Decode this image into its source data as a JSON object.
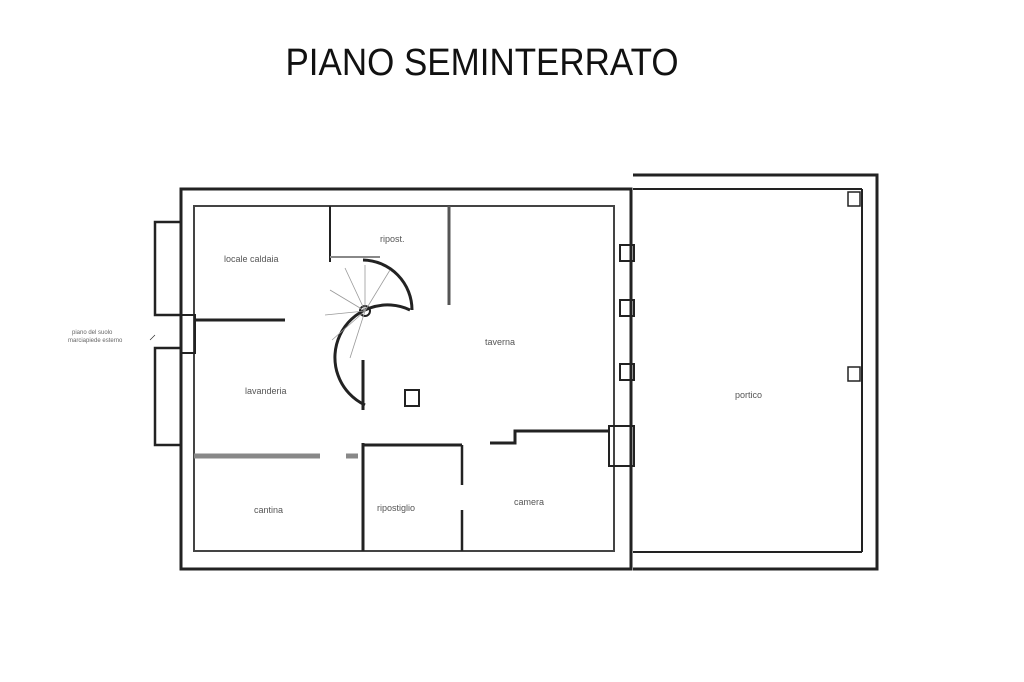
{
  "title": "PIANO SEMINTERRATO",
  "rooms": {
    "ripost": "ripost.",
    "caldaia": "locale caldaia",
    "lavanderia": "lavanderia",
    "cantina": "cantina",
    "ripostiglio": "ripostiglio",
    "camera": "camera",
    "taverna": "taverna",
    "portico": "portico"
  },
  "annotation": {
    "line1": "piano del suolo",
    "line2": "marciapiede esterno"
  }
}
